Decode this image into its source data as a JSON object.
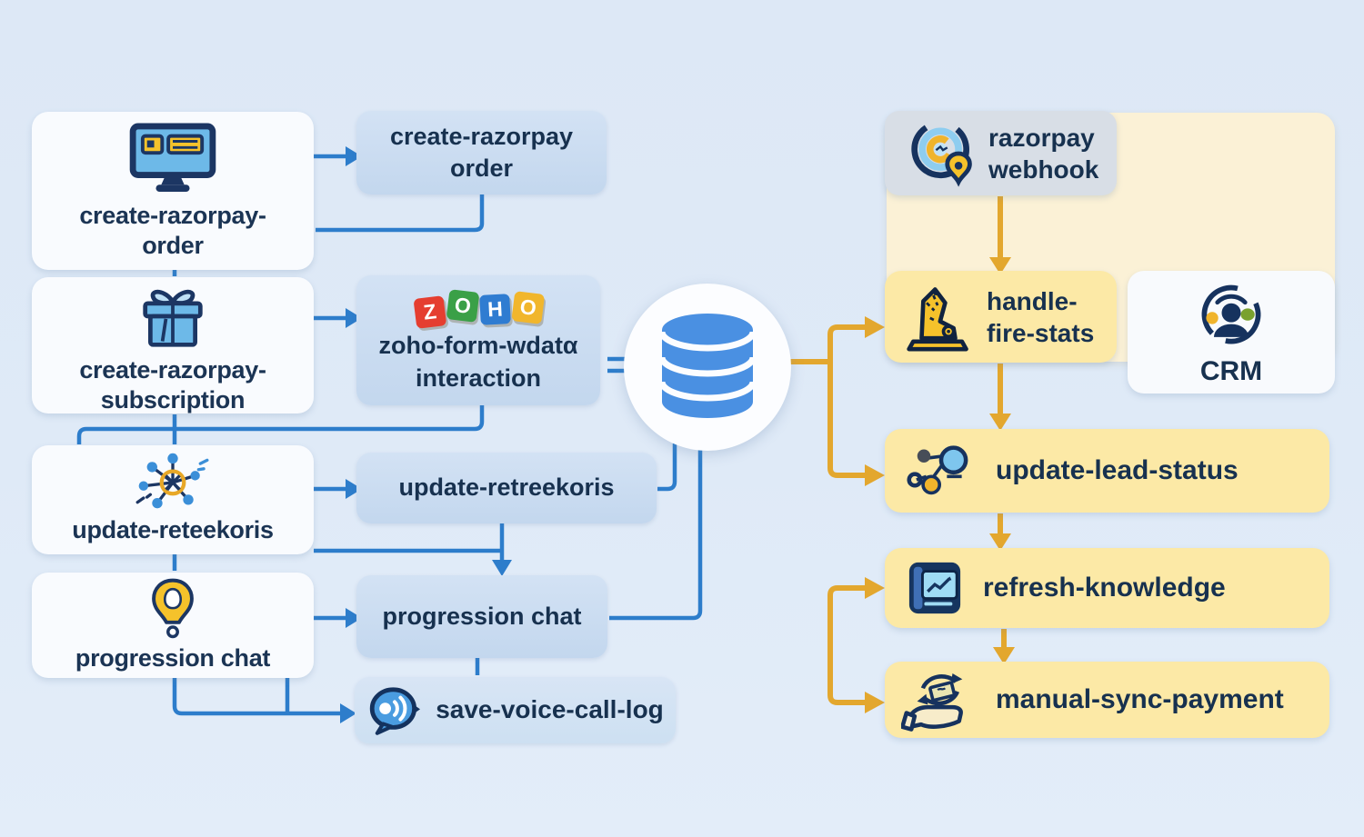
{
  "colors": {
    "background": "#dfe9f6",
    "blue_connector": "#2d7dcb",
    "yellow_connector": "#e3a72e",
    "node_text": "#1b3454",
    "white_box": "#f9fbfe",
    "blue_box": "#cadcf0",
    "yellow_box": "#fce9a6",
    "cream_panel": "#fbf1d6",
    "gray_box": "#d8dee6"
  },
  "left_nodes": [
    {
      "icon": "monitor-icon",
      "lines": [
        "create-razorpay-",
        "order"
      ]
    },
    {
      "icon": "gift-icon",
      "lines": [
        "create-razorpay-",
        "subscription"
      ]
    },
    {
      "icon": "network-icon",
      "lines": [
        "update-reteekoris"
      ]
    },
    {
      "icon": "lightbulb-icon",
      "lines": [
        "progression chat"
      ]
    }
  ],
  "middle_nodes": [
    {
      "lines": [
        "create-razorpay",
        "order"
      ]
    },
    {
      "logo_letters": [
        "Z",
        "O",
        "H",
        "O"
      ],
      "lines": [
        "zoho-form-wdatα",
        "interaction"
      ]
    },
    {
      "lines": [
        "update-retreekoris"
      ]
    },
    {
      "lines": [
        "progression chat"
      ]
    },
    {
      "icon": "voice-chat-icon",
      "lines": [
        "save-voice-call-log"
      ]
    }
  ],
  "database": {
    "icon": "database-icon"
  },
  "right_nodes": [
    {
      "icon": "razorpay-webhook-icon",
      "lines": [
        "razorpay",
        "webhook"
      ]
    },
    {
      "icon": "machine-arm-icon",
      "lines": [
        "handle-",
        "fire-stats"
      ]
    },
    {
      "icon": "crm-icon",
      "label": "CRM"
    },
    {
      "icon": "linked-nodes-icon",
      "label": "update-lead-status"
    },
    {
      "icon": "knowledge-book-icon",
      "label": "refresh-knowledge"
    },
    {
      "icon": "hand-sync-icon",
      "label": "manual-sync-payment"
    }
  ]
}
